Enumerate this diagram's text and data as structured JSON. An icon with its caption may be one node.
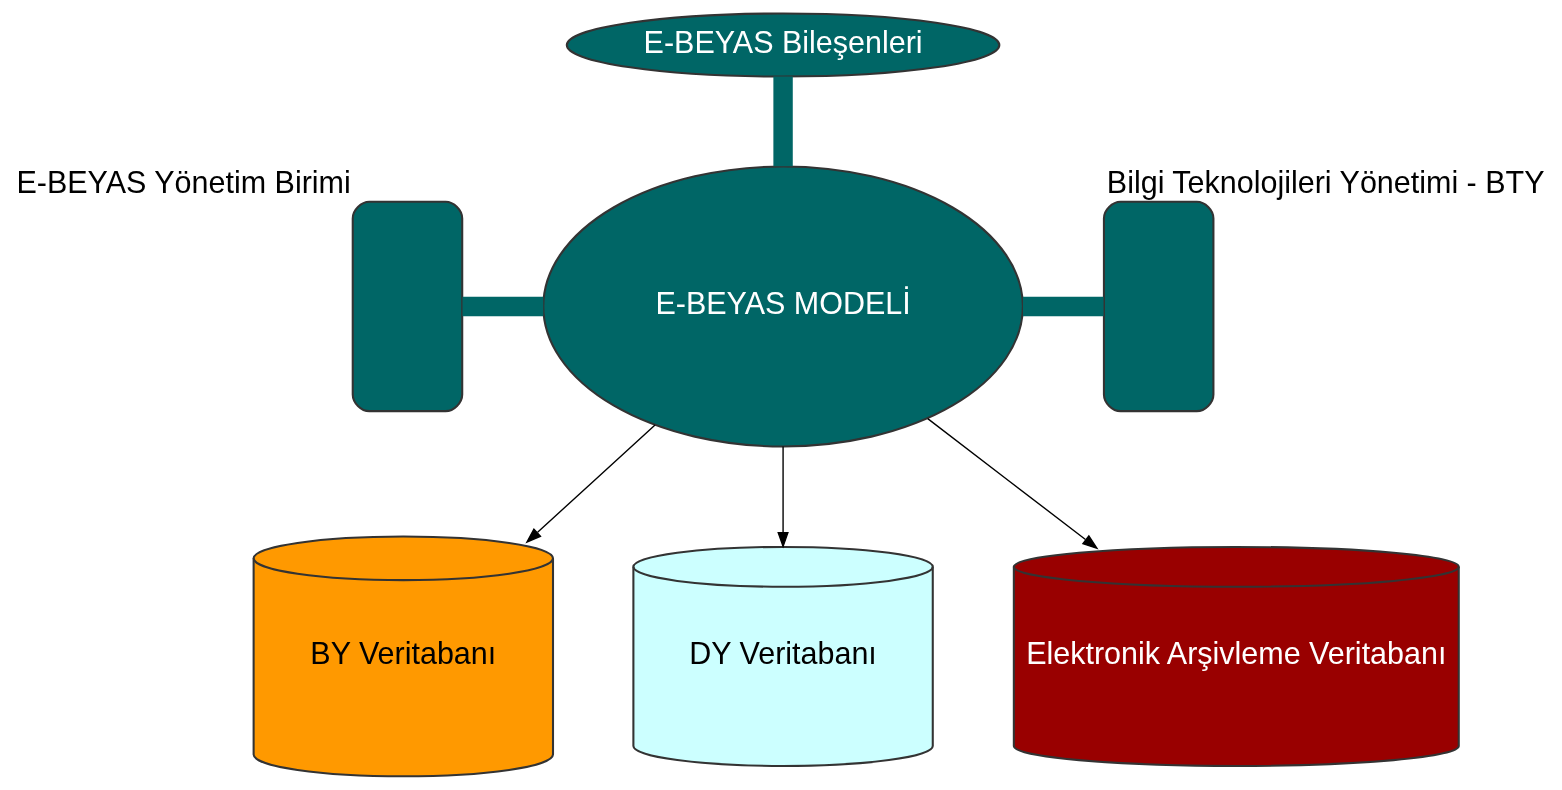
{
  "diagram": {
    "nodes": [
      {
        "text": [
          "E-BEYAS Bileşenleri"
        ]
      },
      {
        "text": [],
        "shape": "box",
        "beside": [
          "E-BEYAS Yönetim Birimi"
        ]
      },
      {
        "text": [
          "E-BEYAS MODELİ"
        ]
      },
      {
        "text": [],
        "shape": "box",
        "beside": [
          "Bilgi Teknolojileri Yönetimi - BTY"
        ]
      },
      {
        "text": [
          "BY Veritabanı"
        ]
      },
      {
        "text": [
          "DY Veritabanı"
        ]
      },
      {
        "text": [
          "Elektronik Arşivleme Veritabanı"
        ]
      }
    ],
    "edges": [
      {
        "from": 0,
        "to": 2,
        "arrow": "none",
        "style": "thick",
        "color": "#006666"
      },
      {
        "from": 1,
        "to": 2,
        "arrow": "none",
        "style": "thick",
        "color": "#006666"
      },
      {
        "from": 2,
        "to": 3,
        "arrow": "none",
        "style": "thick",
        "color": "#006666"
      },
      {
        "from": 2,
        "to": 4,
        "arrow": "to",
        "color": "#000000"
      },
      {
        "from": 2,
        "to": 5,
        "arrow": "to",
        "color": "#000000"
      },
      {
        "from": 2,
        "to": 6,
        "arrow": "to",
        "color": "#000000"
      }
    ]
  }
}
